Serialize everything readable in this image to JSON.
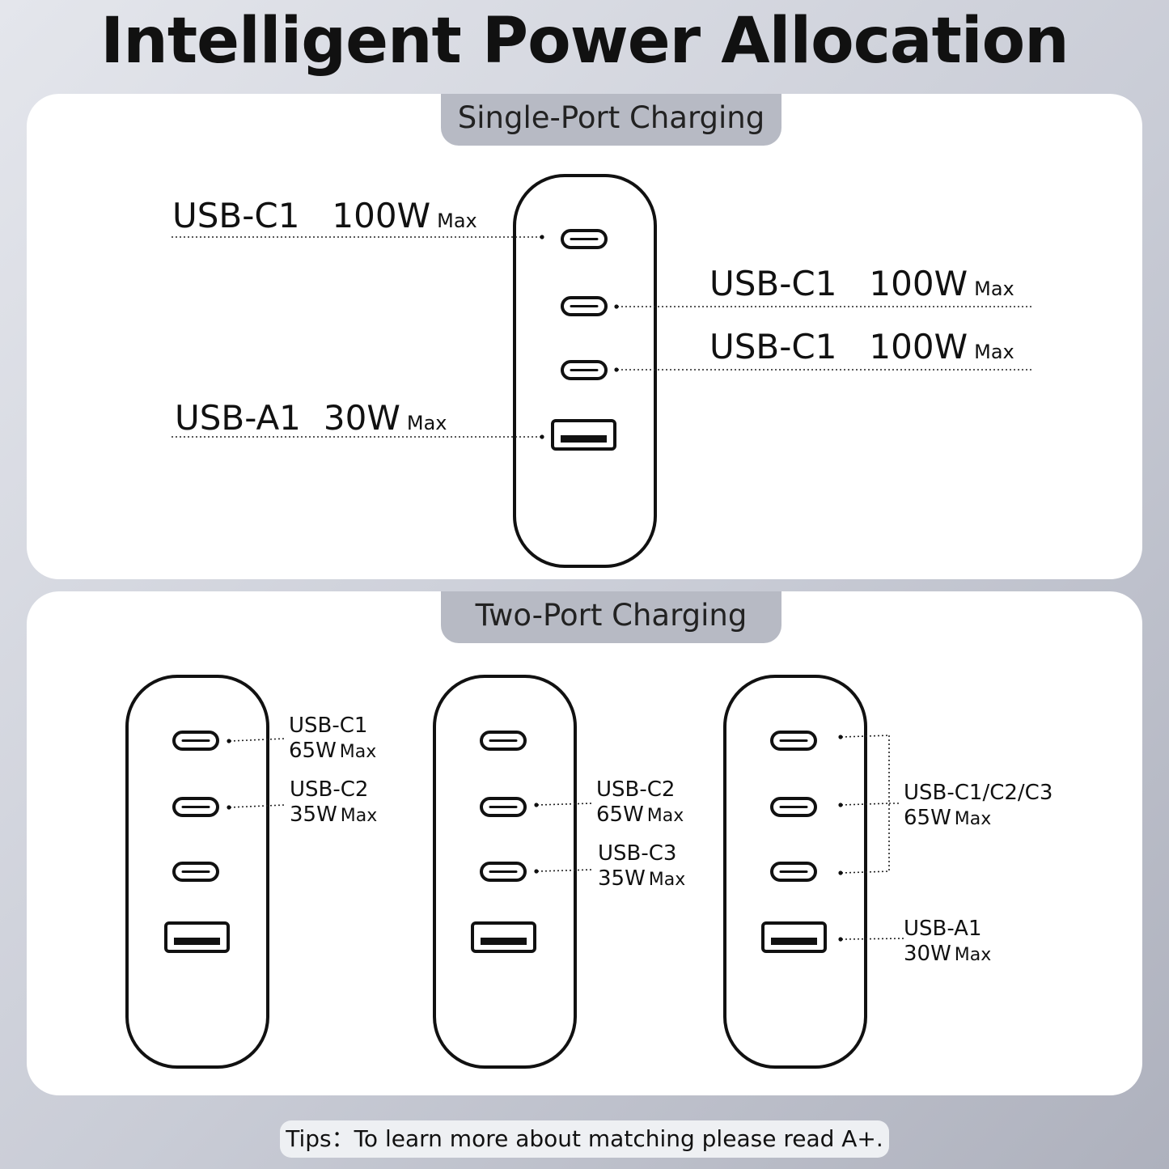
{
  "title": "Intelligent Power Allocation",
  "single": {
    "heading": "Single-Port Charging",
    "labels": [
      {
        "port": "USB-C1",
        "power": "100W",
        "max": "Max"
      },
      {
        "port": "USB-C1",
        "power": "100W",
        "max": "Max"
      },
      {
        "port": "USB-C1",
        "power": "100W",
        "max": "Max"
      },
      {
        "port": "USB-A1",
        "power": "30W",
        "max": "Max"
      }
    ]
  },
  "two": {
    "heading": "Two-Port Charging",
    "combos": [
      {
        "labels": [
          {
            "port": "USB-C1",
            "power": "65W",
            "max": "Max"
          },
          {
            "port": "USB-C2",
            "power": "35W",
            "max": "Max"
          }
        ]
      },
      {
        "labels": [
          {
            "port": "USB-C2",
            "power": "65W",
            "max": "Max"
          },
          {
            "port": "USB-C3",
            "power": "35W",
            "max": "Max"
          }
        ]
      },
      {
        "labels": [
          {
            "port": "USB-C1/C2/C3",
            "power": "65W",
            "max": "Max"
          },
          {
            "port": "USB-A1",
            "power": "30W",
            "max": "Max"
          }
        ]
      }
    ]
  },
  "tips": "Tips：To learn more about matching please read A+."
}
